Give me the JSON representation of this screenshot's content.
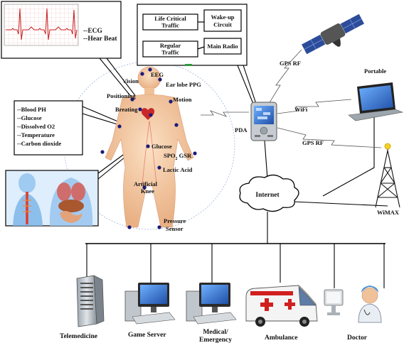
{
  "ecg_panel": {
    "line1": "--ECG",
    "line2": "--Hear Beat"
  },
  "sensor_list": {
    "items": [
      "--Blood PH",
      "--Glucose",
      "--Dissolved O2",
      "--Temperature",
      "--Carbon dioxide"
    ]
  },
  "traffic": {
    "life_critical_1": "Life Critical",
    "life_critical_2": "Traffic",
    "wakeup_1": "Wake-up",
    "wakeup_2": "Circuit",
    "regular_1": "Regular",
    "regular_2": "Traffic",
    "main_radio": "Main Radio"
  },
  "body_sensors": {
    "vision": "Vision",
    "eeg": "EEG",
    "ear_lobe": "Ear lobe PPG",
    "positioning": "Positioning",
    "breating": "Breating",
    "motion": "Motion",
    "glucose": "Glucose",
    "spo2": "SPO",
    "spo2_sub": "2",
    "gsr": " GSR",
    "lactic": "Lactic Acid",
    "artificial": "Artificial",
    "knee": "Knee",
    "pressure": "Pressure",
    "sensor": "Sensor"
  },
  "network": {
    "gps_rf_top": "GPS RF",
    "portable": "Portable",
    "pda": "PDA",
    "wifi": "WiFi",
    "gps_rf_bottom": "GPS RF",
    "internet": "Internet",
    "wimax": "WiMAX"
  },
  "endpoints": {
    "telemedicine": "Telemedicine",
    "game_server": "Game Server",
    "medical_1": "Medical/",
    "medical_2": "Emergency",
    "ambulance": "Ambulance",
    "doctor": "Doctor"
  },
  "colors": {
    "sensor_dot": "#1a1a7a",
    "skin": "#f3cba5",
    "skin_dark": "#d99b74",
    "ecg_trace": "#c81e1e",
    "grid": "#f0b8b8",
    "screen_blue": "#3f7fd6"
  }
}
